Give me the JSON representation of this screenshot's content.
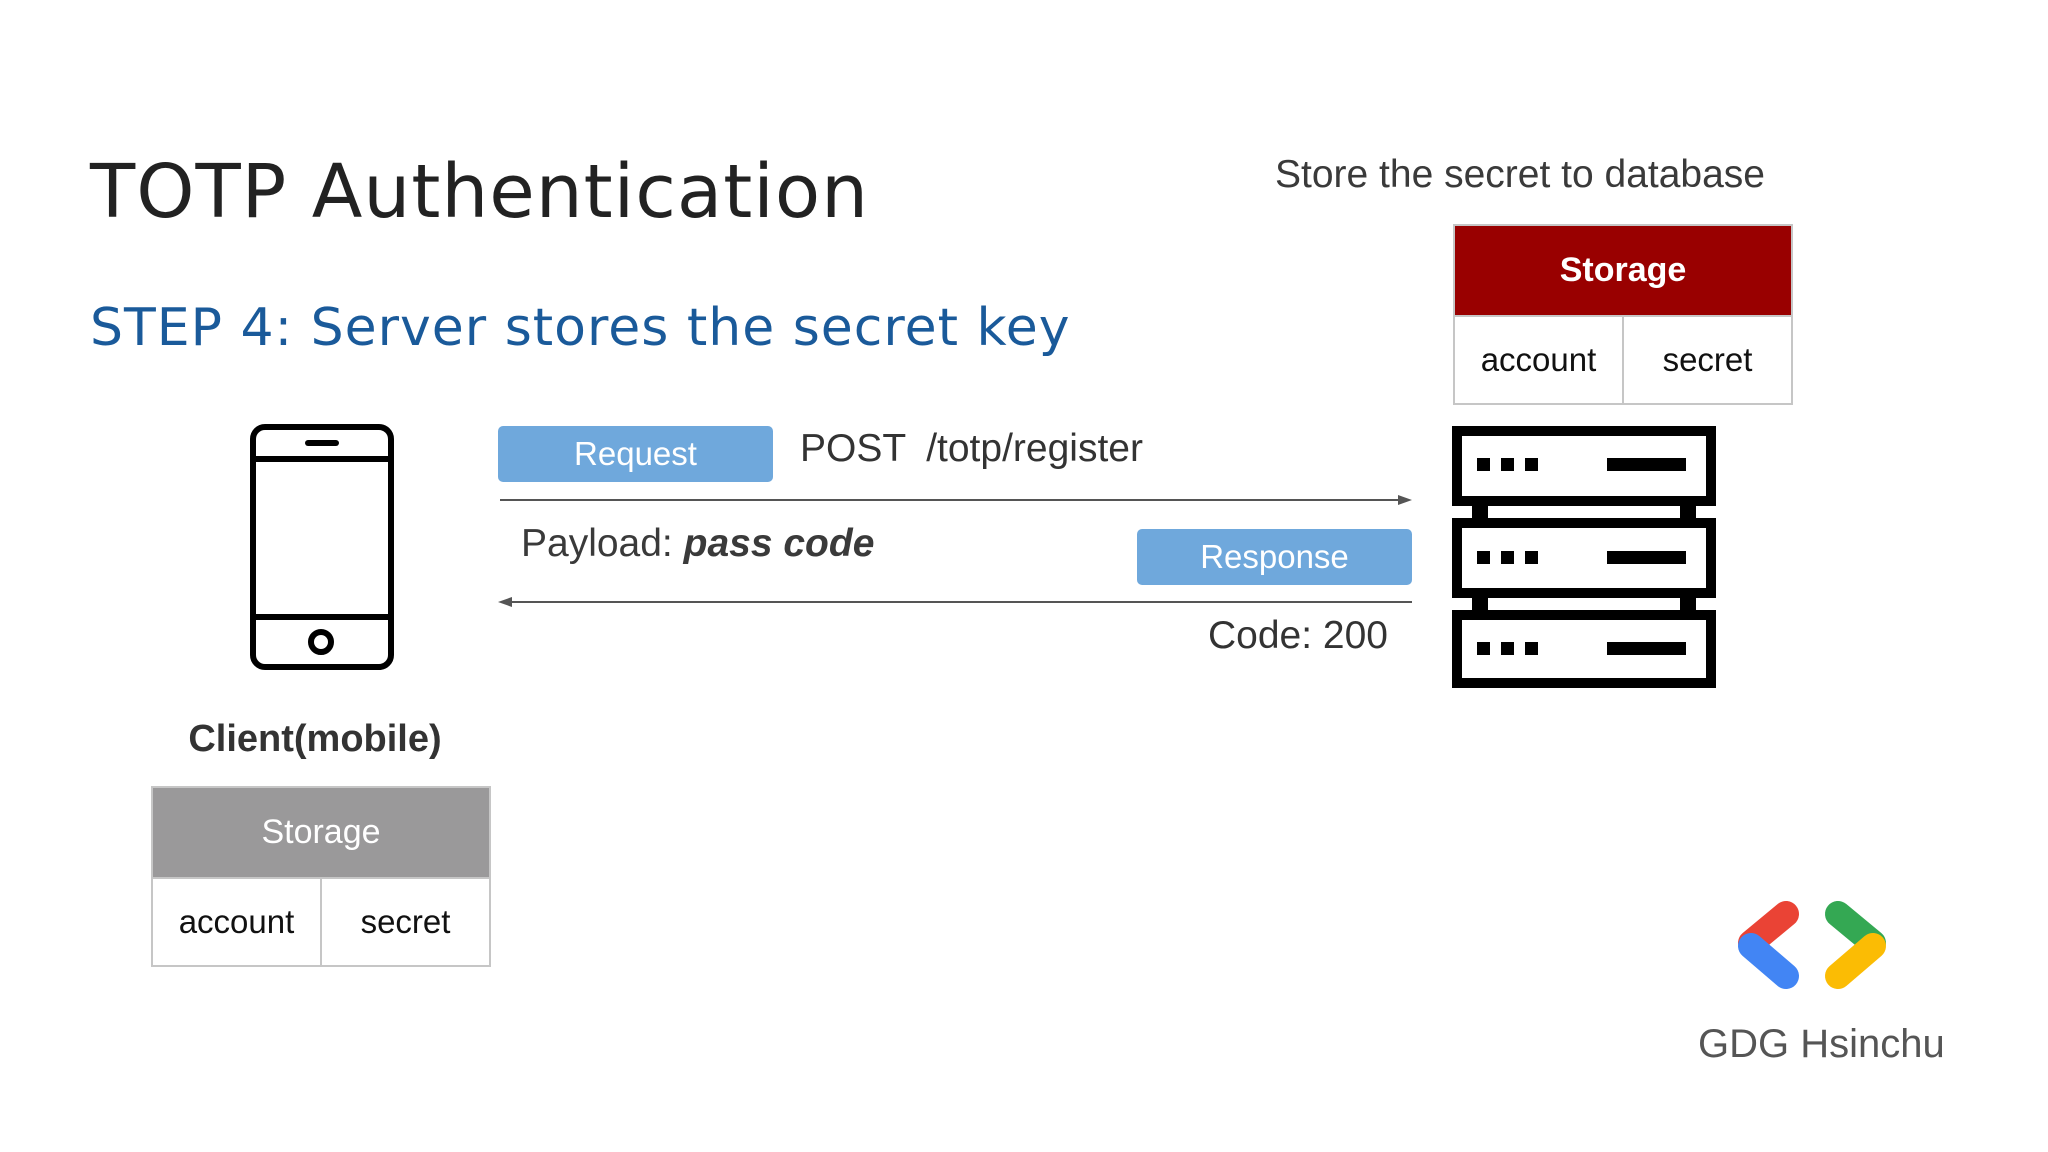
{
  "slide": {
    "title": "TOTP Authentication",
    "subtitle": "STEP 4: Server stores the secret key"
  },
  "server": {
    "note": "Store the secret to database",
    "storage": {
      "header": "Storage",
      "columns": [
        "account",
        "secret"
      ],
      "header_color": "#990000"
    },
    "icon": "server-rack-icon"
  },
  "client": {
    "label": "Client(mobile)",
    "icon": "smartphone-icon",
    "storage": {
      "header": "Storage",
      "columns": [
        "account",
        "secret"
      ],
      "header_color": "#9a999a"
    }
  },
  "request": {
    "label": "Request",
    "method": "POST",
    "path": "/totp/register",
    "payload_label": "Payload:",
    "payload_value": "pass code"
  },
  "response": {
    "label": "Response",
    "code_text": "Code: 200"
  },
  "brand": {
    "name": "GDG Hsinchu",
    "logo_icon": "gdg-logo-icon",
    "colors": [
      "#ea4335",
      "#4285f4",
      "#34a853",
      "#fbbc04"
    ]
  },
  "colors": {
    "pill": "#6fa8dc",
    "subtitle": "#1a5a9a"
  }
}
